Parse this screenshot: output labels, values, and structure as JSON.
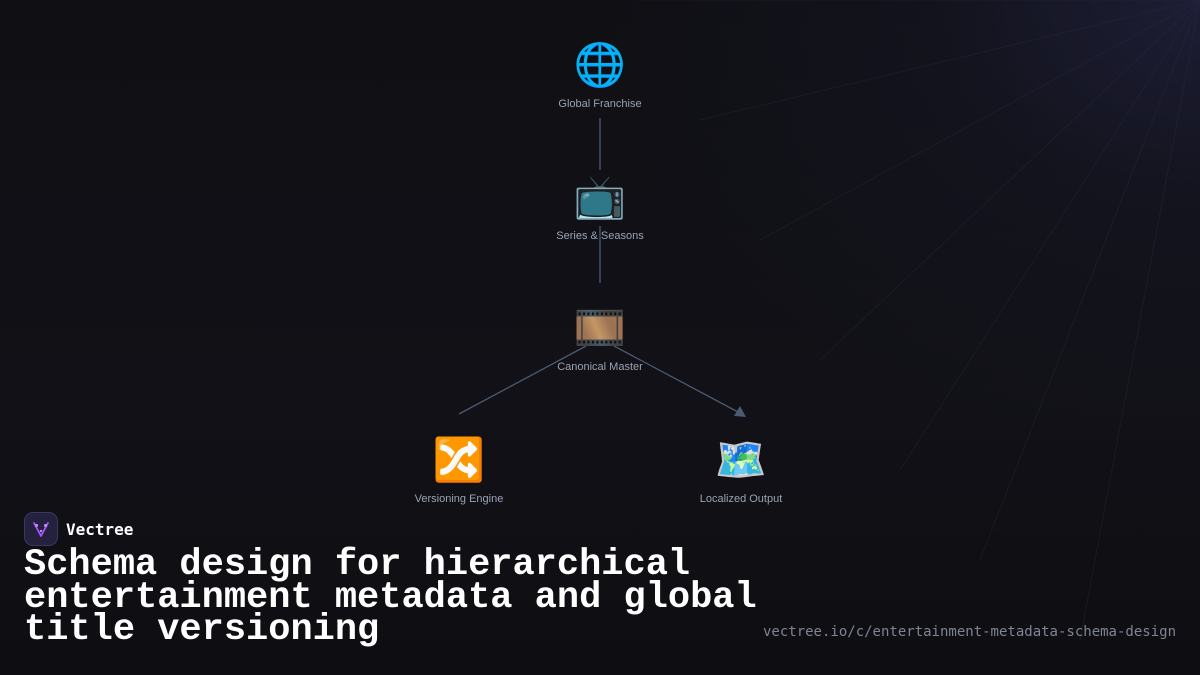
{
  "diagram": {
    "nodes": [
      {
        "id": "global-franchise",
        "icon": "globe-icon",
        "glyph": "🌐",
        "label": "Global Franchise"
      },
      {
        "id": "series-seasons",
        "icon": "television-icon",
        "glyph": "📺",
        "label": "Series & Seasons"
      },
      {
        "id": "canonical-master",
        "icon": "film-frames-icon",
        "glyph": "🎞️",
        "label": "Canonical Master"
      },
      {
        "id": "versioning-engine",
        "icon": "shuffle-icon",
        "glyph": "🔀",
        "label": "Versioning Engine"
      },
      {
        "id": "localized-output",
        "icon": "world-map-icon",
        "glyph": "🗺️",
        "label": "Localized Output"
      }
    ],
    "edges": [
      {
        "from": "global-franchise",
        "to": "series-seasons"
      },
      {
        "from": "series-seasons",
        "to": "canonical-master"
      },
      {
        "from": "canonical-master",
        "to": "versioning-engine"
      },
      {
        "from": "canonical-master",
        "to": "localized-output"
      }
    ]
  },
  "brand": {
    "name": "Vectree",
    "logo_icon": "vectree-logo-icon",
    "accent": "#a855f7"
  },
  "title": "Schema design for hierarchical entertainment metadata and global title versioning",
  "url": "vectree.io/c/entertainment-metadata-schema-design",
  "colors": {
    "background": "#101015",
    "edge": "#4b5a70",
    "label": "#9aa3b5",
    "title": "#ffffff",
    "url": "#7f8494"
  }
}
